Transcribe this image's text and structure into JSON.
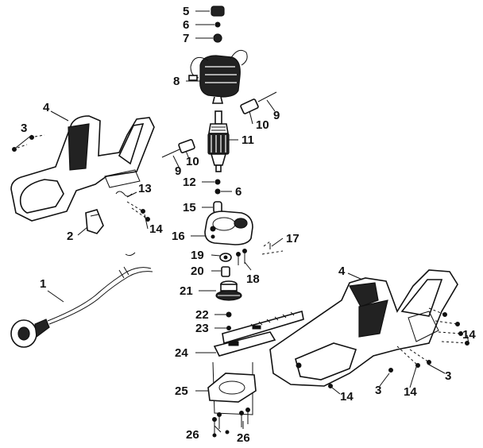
{
  "labels": {
    "l1": "1",
    "l2": "2",
    "l3a": "3",
    "l3b": "3",
    "l3c": "3",
    "l4a": "4",
    "l4b": "4",
    "l5": "5",
    "l6a": "6",
    "l6b": "6",
    "l7": "7",
    "l8": "8",
    "l9a": "9",
    "l9b": "9",
    "l10a": "10",
    "l10b": "10",
    "l11": "11",
    "l12": "12",
    "l13": "13",
    "l14a": "14",
    "l14b": "14",
    "l14c": "14",
    "l14d": "14",
    "l15": "15",
    "l16": "16",
    "l17": "17",
    "l18": "18",
    "l19": "19",
    "l20": "20",
    "l21": "21",
    "l22": "22",
    "l23": "23",
    "l24": "24",
    "l25": "25",
    "l26a": "26",
    "l26b": "26"
  }
}
